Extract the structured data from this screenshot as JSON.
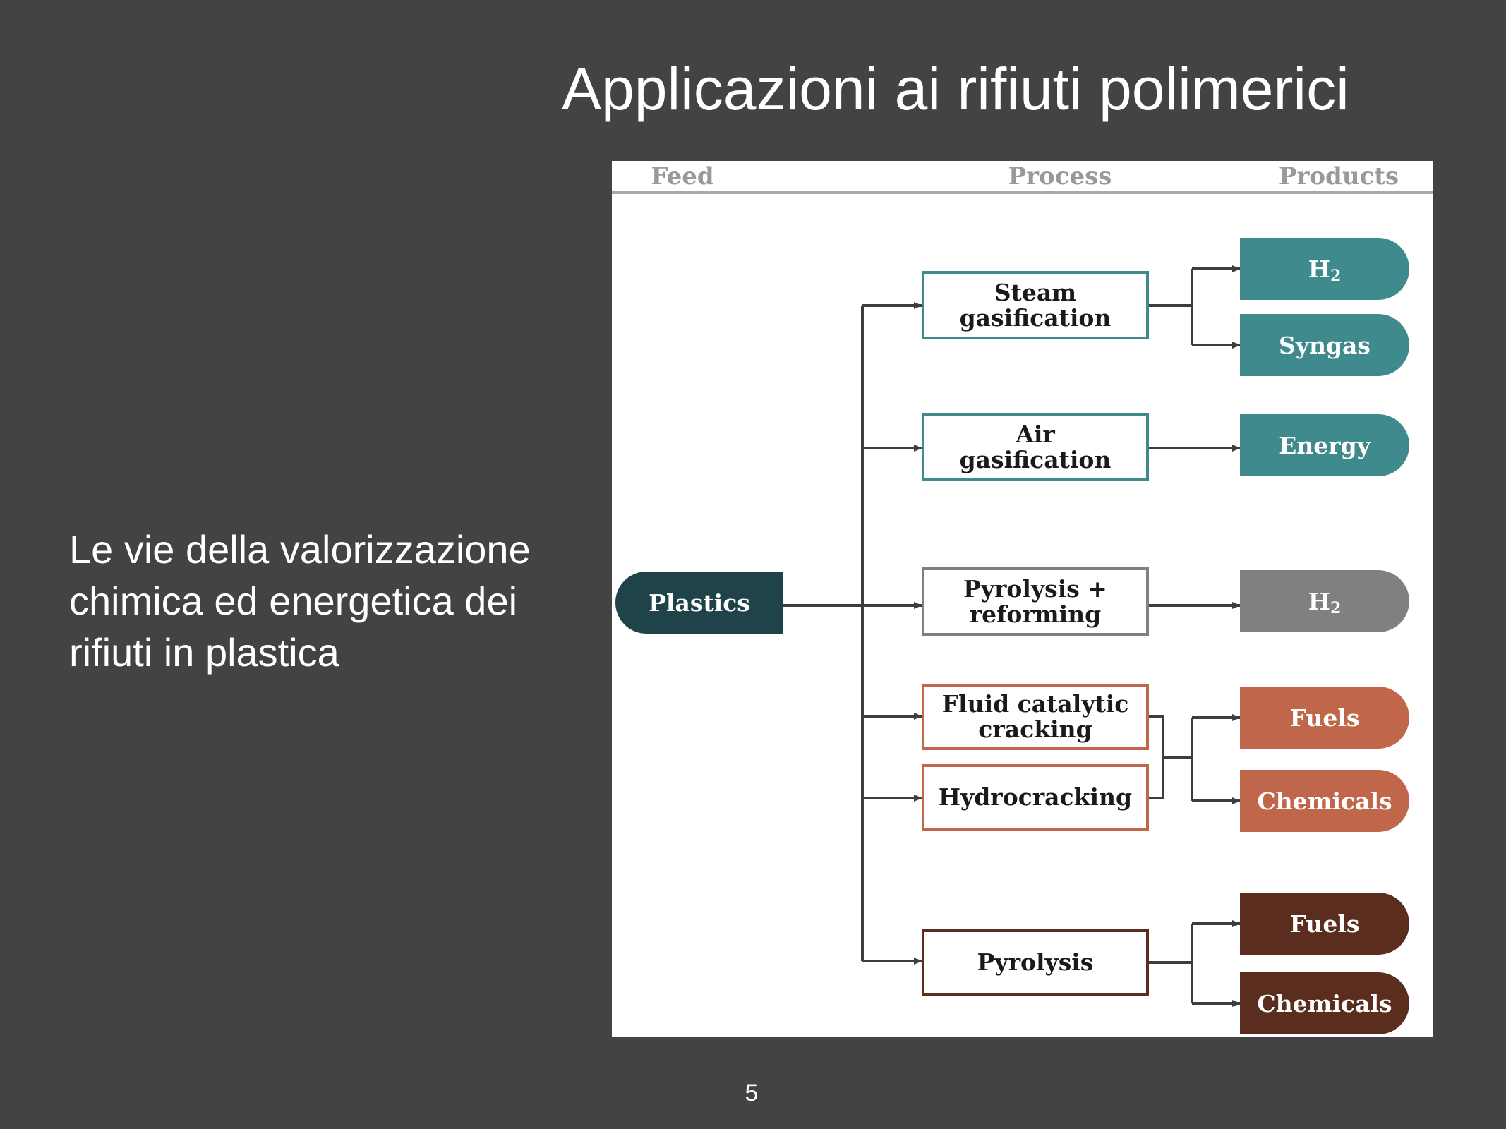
{
  "slide": {
    "title": "Applicazioni ai rifiuti polimerici",
    "body_lines": [
      "Le vie della valorizzazione",
      "chimica ed energetica dei",
      "rifiuti in plastica"
    ],
    "page_number": "5"
  },
  "diagram": {
    "headers": {
      "feed": "Feed",
      "process": "Process",
      "products": "Products"
    },
    "feed": {
      "label": "Plastics",
      "color": "#1f4349"
    },
    "processes": [
      {
        "id": "steam",
        "label": "Steam\ngasification",
        "color": "#3f8a8c"
      },
      {
        "id": "air",
        "label": "Air\ngasification",
        "color": "#3f8a8c"
      },
      {
        "id": "pyro-reform",
        "label": "Pyrolysis +\nreforming",
        "color": "#808080"
      },
      {
        "id": "fcc",
        "label": "Fluid  catalytic\ncracking",
        "color": "#c0664a"
      },
      {
        "id": "hydro",
        "label": "Hydrocracking",
        "color": "#c0664a"
      },
      {
        "id": "pyro",
        "label": "Pyrolysis",
        "color": "#5a2d1e"
      }
    ],
    "products": [
      {
        "id": "h2-a",
        "label": "H",
        "subscript": "2",
        "color": "#3f8a8c"
      },
      {
        "id": "syngas",
        "label": "Syngas",
        "color": "#3f8a8c"
      },
      {
        "id": "energy",
        "label": "Energy",
        "color": "#3f8a8c"
      },
      {
        "id": "h2-b",
        "label": "H",
        "subscript": "2",
        "color": "#808080"
      },
      {
        "id": "fuels-a",
        "label": "Fuels",
        "color": "#c0664a"
      },
      {
        "id": "chemicals-a",
        "label": "Chemicals",
        "color": "#c0664a"
      },
      {
        "id": "fuels-b",
        "label": "Fuels",
        "color": "#5a2d1e"
      },
      {
        "id": "chemicals-b",
        "label": "Chemicals",
        "color": "#5a2d1e"
      }
    ],
    "line_color": "#3d3d3d"
  }
}
